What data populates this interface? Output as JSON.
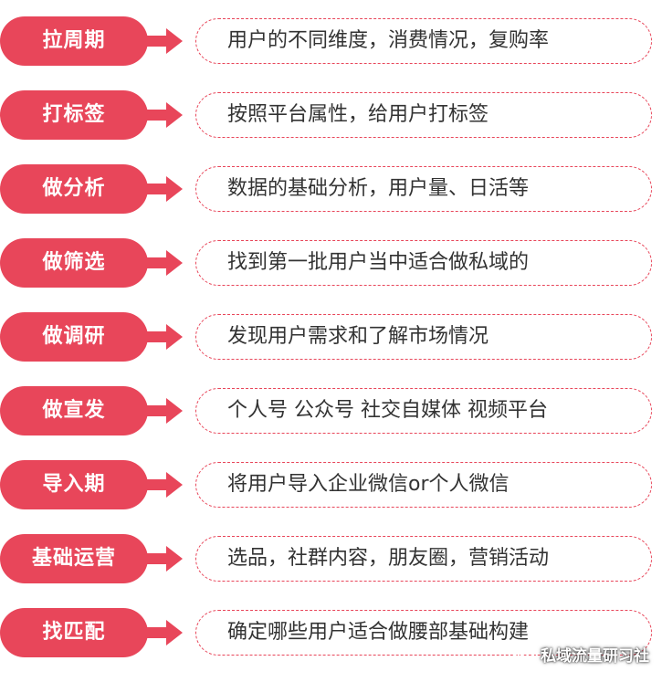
{
  "colors": {
    "accent": "#e8465a",
    "text": "#333333",
    "background": "#ffffff"
  },
  "steps": [
    {
      "label": "拉周期",
      "description": "用户的不同维度，消费情况，复购率"
    },
    {
      "label": "打标签",
      "description": "按照平台属性，给用户打标签"
    },
    {
      "label": "做分析",
      "description": "数据的基础分析，用户量、日活等"
    },
    {
      "label": "做筛选",
      "description": "找到第一批用户当中适合做私域的"
    },
    {
      "label": "做调研",
      "description": "发现用户需求和了解市场情况"
    },
    {
      "label": "做宣发",
      "description": "个人号 公众号 社交自媒体 视频平台"
    },
    {
      "label": "导入期",
      "description": "将用户导入企业微信or个人微信"
    },
    {
      "label": "基础运营",
      "description": "选品，社群内容，朋友圈，营销活动"
    },
    {
      "label": "找匹配",
      "description": "确定哪些用户适合做腰部基础构建"
    }
  ],
  "watermark": {
    "icon": "wechat-icon",
    "text": "私域流量研习社"
  }
}
